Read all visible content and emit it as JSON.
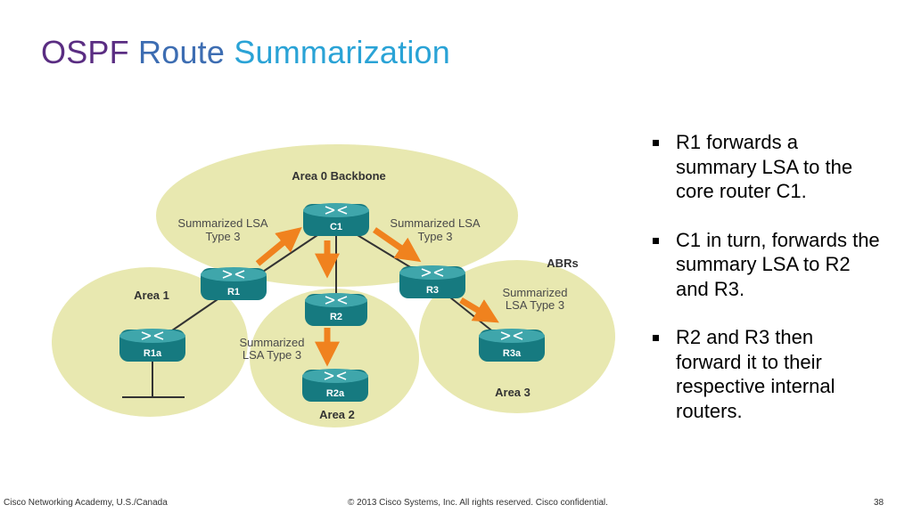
{
  "title": {
    "part1": "OSPF",
    "part2": "Route",
    "part3": "Summarization"
  },
  "diagram": {
    "areas": {
      "area0": "Area 0 Backbone",
      "area1": "Area 1",
      "area2": "Area 2",
      "area3": "Area 3"
    },
    "abrs_label": "ABRs",
    "routers": {
      "c1": "C1",
      "r1": "R1",
      "r2": "R2",
      "r3": "R3",
      "r1a": "R1a",
      "r2a": "R2a",
      "r3a": "R3a"
    },
    "annotations": {
      "left_line1": "Summarized LSA",
      "left_line2": "Type 3",
      "right_line1": "Summarized LSA",
      "right_line2": "Type 3",
      "mid_line1": "Summarized",
      "mid_line2": "LSA Type 3",
      "area3_line1": "Summarized",
      "area3_line2": "LSA Type 3"
    },
    "colors": {
      "area_fill": "#e8e8b0",
      "router_fill": "#167a80",
      "arrow": "#f0821e",
      "link": "#333333"
    }
  },
  "bullets": [
    {
      "text": "R1 forwards a summary LSA to the core router C1."
    },
    {
      "text": "C1 in turn, forwards the summary LSA to R2 and R3."
    },
    {
      "text": "R2 and R3 then forward it to their respective internal routers."
    }
  ],
  "footer": {
    "left": "Cisco Networking Academy, U.S./Canada",
    "center": "© 2013 Cisco Systems, Inc. All rights reserved. Cisco confidential.",
    "page": "38"
  }
}
